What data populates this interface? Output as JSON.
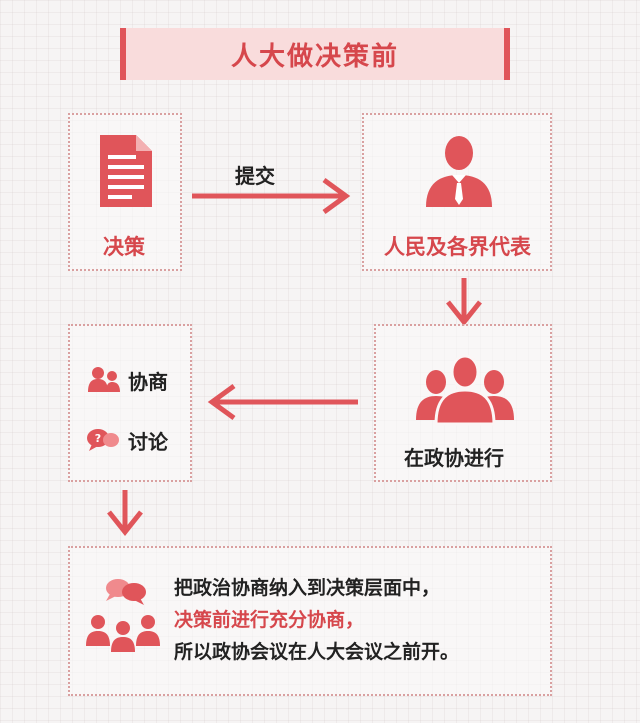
{
  "title": "人大做决策前",
  "nodes": {
    "decision": "决策",
    "representatives": "人民及各界代表",
    "cppcc": "在政协进行",
    "consult": "协商",
    "discuss": "讨论"
  },
  "edges": {
    "submit": "提交"
  },
  "summary": {
    "line1": "把政治协商纳入到决策层面中，",
    "line2": "决策前进行充分协商，",
    "line3": "所以政协会议在人大会议之前开。"
  },
  "colors": {
    "accent": "#e0555a",
    "text_red": "#d6474c",
    "banner_bg": "#f9dcdc",
    "text_dark": "#222222"
  },
  "icons": [
    "document-icon",
    "person-tie-icon",
    "group-icon",
    "people-icon",
    "speech-bubbles-icon",
    "team-discussion-icon"
  ]
}
